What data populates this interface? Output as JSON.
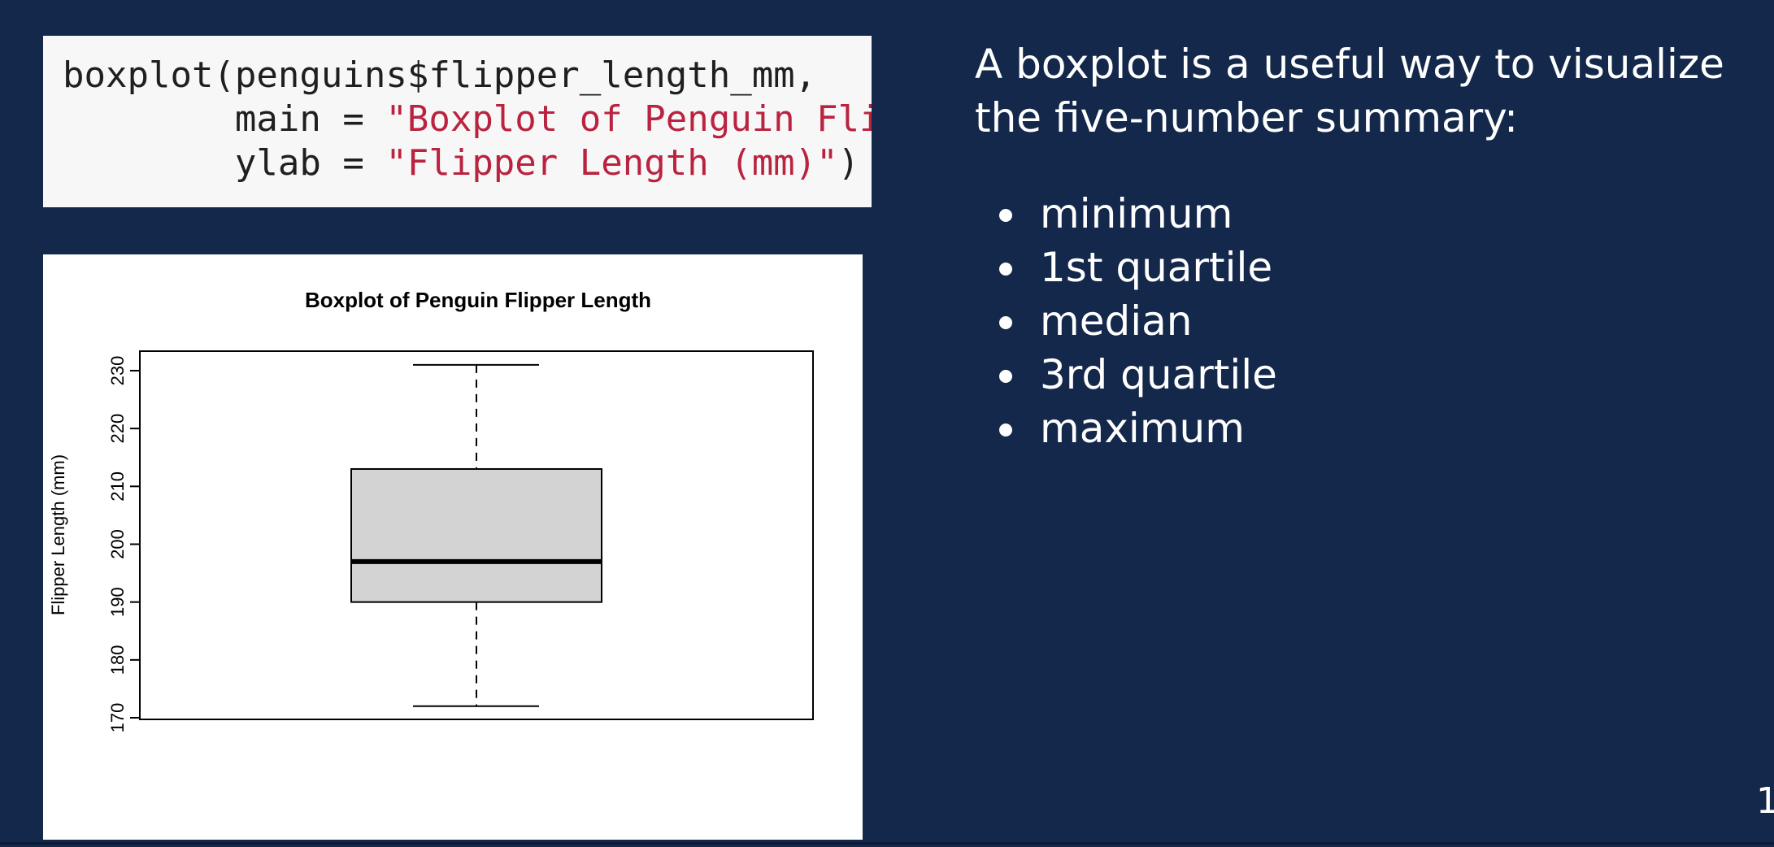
{
  "code": {
    "line1": "boxplot(penguins$flipper_length_mm,",
    "line2_prefix": "        main = ",
    "line2_string": "\"Boxplot of Penguin Flipper Length\",",
    "line3_prefix": "        ylab = ",
    "line3_string": "\"Flipper Length (mm)\"",
    "line3_suffix": ")"
  },
  "description": {
    "intro": "A boxplot is a useful way to visualize the five-number summary:",
    "items": [
      "minimum",
      "1st quartile",
      "median",
      "3rd quartile",
      "maximum"
    ]
  },
  "page_number": "1",
  "chart_data": {
    "type": "boxplot",
    "title": "Boxplot of Penguin Flipper Length",
    "xlabel": "",
    "ylabel": "Flipper Length (mm)",
    "ylim": [
      170,
      232
    ],
    "yticks": [
      170,
      180,
      190,
      200,
      210,
      220,
      230
    ],
    "min": 172,
    "q1": 190,
    "median": 197,
    "q3": 213,
    "max": 231,
    "box_fill": "#d3d3d3",
    "grid": false
  }
}
